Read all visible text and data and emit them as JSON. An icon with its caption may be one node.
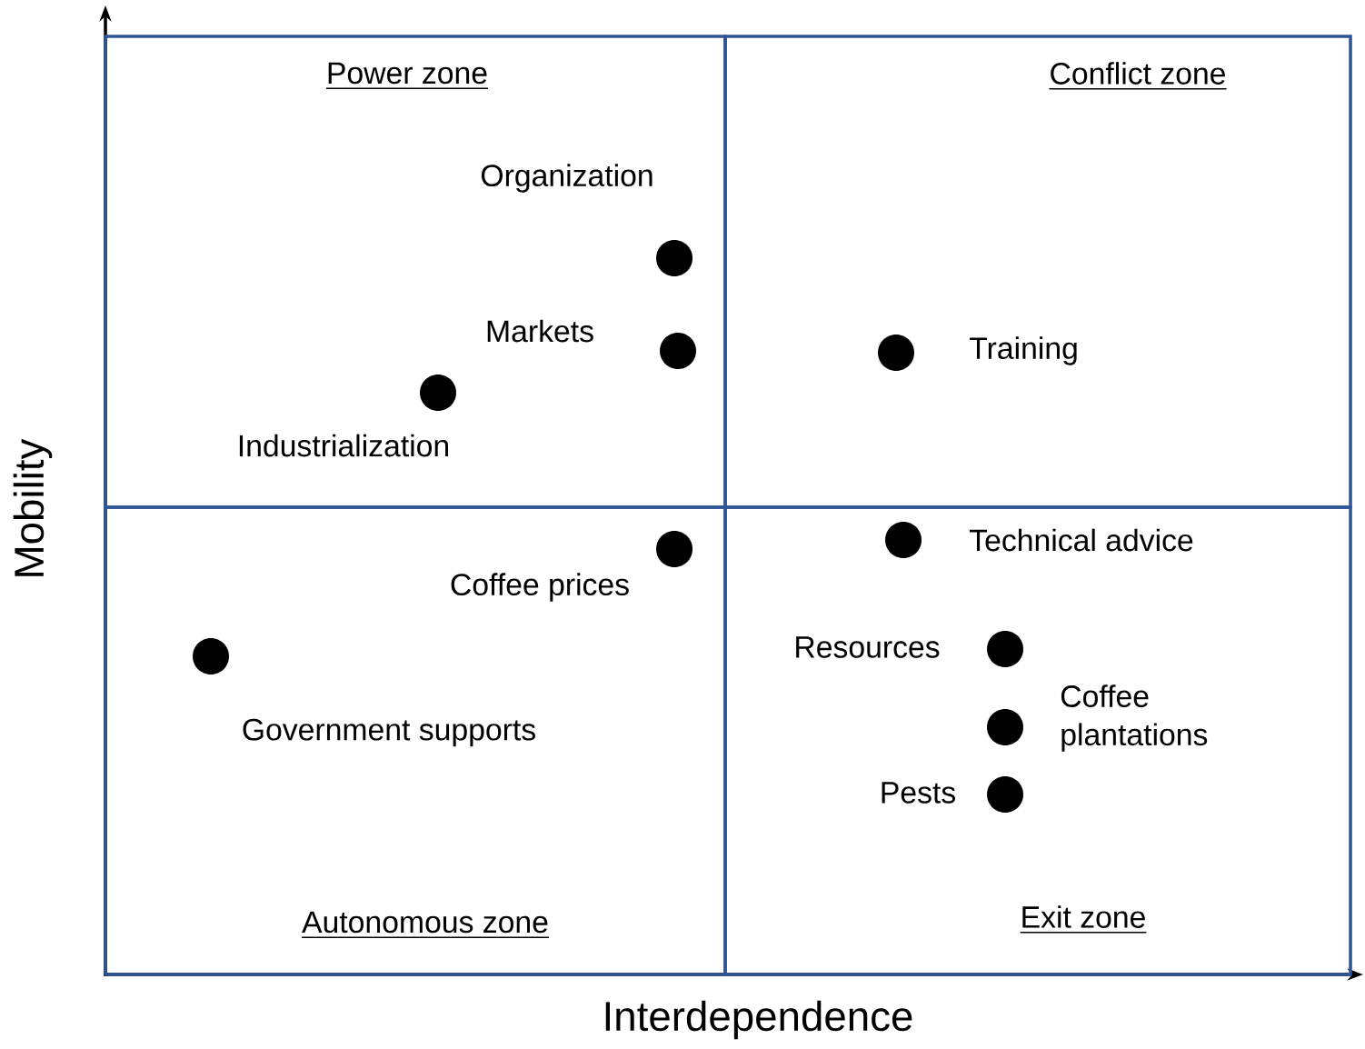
{
  "diagram": {
    "nodes": [
      {
        "text": [
          "Power zone"
        ]
      },
      {
        "text": [
          "Conflict zone"
        ]
      },
      {
        "text": [
          "Autonomous zone"
        ]
      },
      {
        "text": [
          "Exit zone"
        ]
      }
    ],
    "labels": [
      "Organization",
      "Markets",
      "Industrialization",
      "Training",
      "Coffee prices",
      "Technical advice",
      "Resources",
      "Government supports",
      "Coffee plantations",
      "Pests",
      "Mobility",
      "Interdependence"
    ]
  }
}
